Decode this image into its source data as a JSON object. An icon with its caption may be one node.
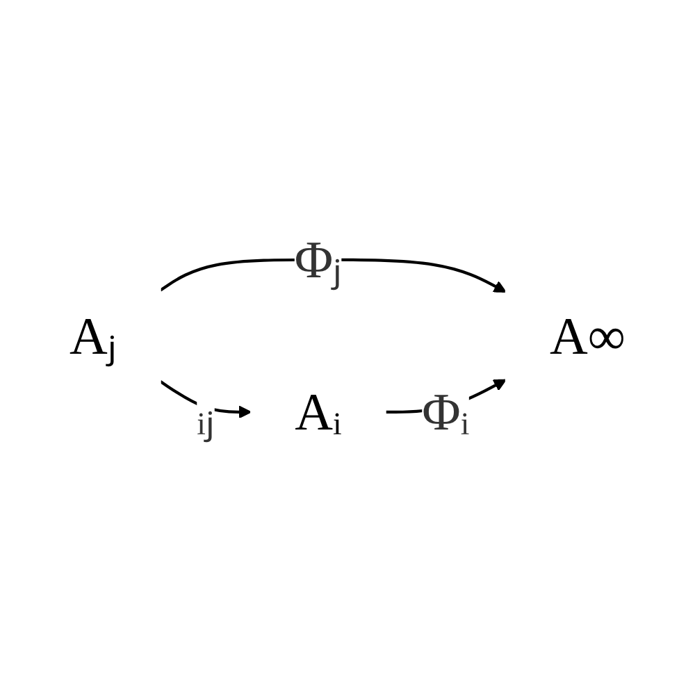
{
  "diagram": {
    "nodes": [
      {
        "text": [
          "Aⱼ"
        ]
      },
      {
        "text": [
          "A∞"
        ]
      },
      {
        "text": [
          "Aᵢ"
        ]
      }
    ],
    "edges": [
      {
        "from": 0,
        "to": 1,
        "arrow": "to",
        "label": "Φⱼ"
      },
      {
        "from": 0,
        "to": 2,
        "arrow": "to",
        "label": "ᵢⱼ"
      },
      {
        "from": 2,
        "to": 1,
        "arrow": "to",
        "label": "Φᵢ"
      }
    ]
  }
}
